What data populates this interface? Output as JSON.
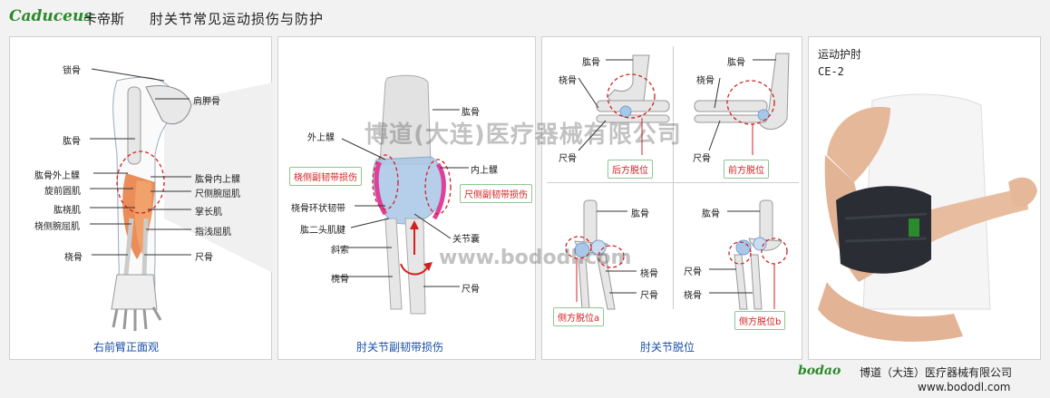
{
  "header": {
    "brand": "Caduceus",
    "brand_cn": "卡帝斯",
    "title": "肘关节常见运动损伤与防护"
  },
  "panel1": {
    "caption": "右前臂正面观",
    "labels": {
      "clavicle": "锁骨",
      "scapula": "肩胛骨",
      "humerus": "肱骨",
      "lateral_epicondyle": "肱骨外上髁",
      "pronator": "旋前圆肌",
      "brachioradialis": "肱桡肌",
      "ecr": "桡侧腕屈肌",
      "radius": "桡骨",
      "medial_epicondyle": "肱骨内上髁",
      "fcu": "尺侧腕屈肌",
      "palmaris": "掌长肌",
      "fds": "指浅屈肌",
      "ulna": "尺骨"
    }
  },
  "panel2": {
    "caption": "肘关节副韧带损伤",
    "labels": {
      "humerus": "肱骨",
      "lateral_epicondyle": "外上髁",
      "medial_epicondyle": "内上髁",
      "annular": "桡骨环状韧带",
      "biceps": "肱二头肌腱",
      "oblique": "斜索",
      "radius": "桡骨",
      "bursa": "关节囊",
      "ulna": "尺骨"
    },
    "tags": {
      "radial_lig": "桡侧副韧带损伤",
      "ulnar_lig": "尺侧副韧带损伤"
    }
  },
  "panel3": {
    "caption": "肘关节脱位",
    "q1": {
      "humerus": "肱骨",
      "radius": "桡骨",
      "ulna": "尺骨",
      "tag": "后方脱位"
    },
    "q2": {
      "humerus": "肱骨",
      "radius": "桡骨",
      "ulna": "尺骨",
      "tag": "前方脱位"
    },
    "q3": {
      "humerus": "肱骨",
      "radius": "桡骨",
      "ulna": "尺骨",
      "tag": "侧方脱位a"
    },
    "q4": {
      "humerus": "肱骨",
      "ulna": "尺骨",
      "radius": "桡骨",
      "tag": "侧方脱位b"
    }
  },
  "panel4": {
    "product_name": "运动护肘",
    "product_code": "CE-2"
  },
  "watermark": {
    "cn": "博道(大连)医疗器械有限公司",
    "url": "www.bododl.com"
  },
  "footer": {
    "logo": "bodao",
    "company": "博道（大连）医疗器械有限公司",
    "url": "www.bododl.com"
  },
  "colors": {
    "accent": "#1a4fa8",
    "alert": "#d42020",
    "tag_border": "#8fc88f",
    "brand": "#2b8a2b"
  }
}
